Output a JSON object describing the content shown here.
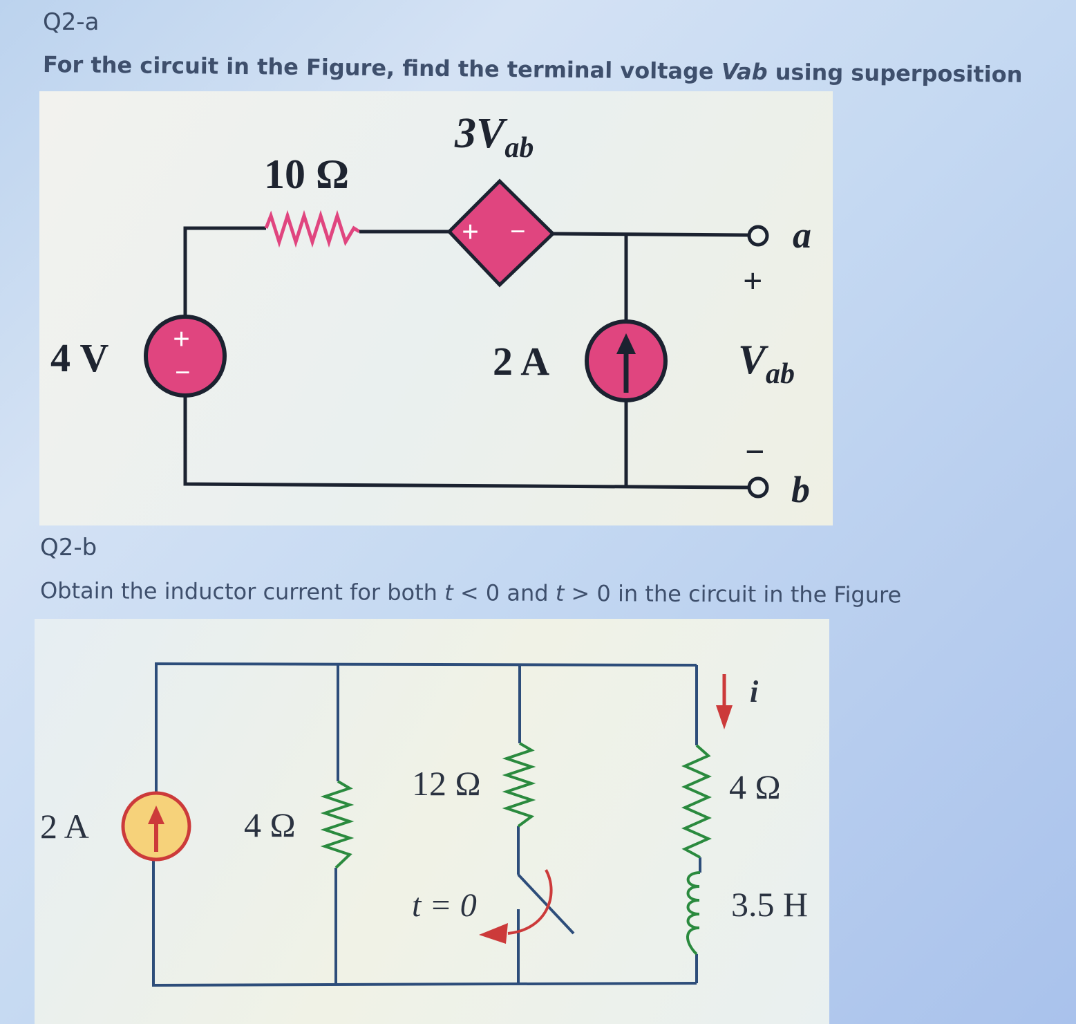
{
  "q2a": {
    "label": "Q2-a",
    "text_prefix": "For the circuit in the Figure, find the terminal voltage ",
    "text_var": "Vab",
    "text_suffix": " using superposition",
    "circuit": {
      "resistor": "10 Ω",
      "dep_source": "3V",
      "dep_source_sub": "ab",
      "dep_plus": "+",
      "dep_minus": "−",
      "voltage_source": "4 V",
      "vs_plus": "+",
      "vs_minus": "−",
      "current_source": "2 A",
      "terminal_a": "a",
      "terminal_b": "b",
      "plus": "+",
      "minus": "−",
      "vab": "V",
      "vab_sub": "ab"
    }
  },
  "q2b": {
    "label": "Q2-b",
    "text_1": "Obtain the inductor current for both ",
    "t1": "t",
    "text_2": " < 0 and ",
    "t2": "t",
    "text_3": " > 0 in the circuit in the Figure",
    "circuit": {
      "current_source": "2 A",
      "r1": "4 Ω",
      "r2": "12 Ω",
      "r3": "4 Ω",
      "inductor": "3.5 H",
      "switch": "t = 0",
      "current": "i"
    }
  },
  "colors": {
    "source_fill": "#e0457f",
    "source_b_fill": "#f6d27a",
    "wire": "#1b2230",
    "wire_b": "#2d4d7a",
    "arrow_red": "#cc3a3a"
  }
}
